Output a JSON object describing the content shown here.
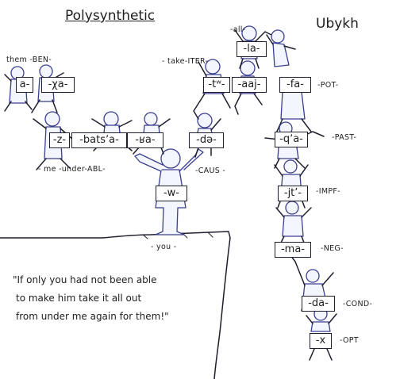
{
  "titles": {
    "left": "Polysynthetic",
    "right": "Ubykh"
  },
  "morphemes": {
    "a": "a-",
    "xa": "-χa-",
    "z": "-z-",
    "batsa": "-batsʼa-",
    "gha": "-ʁa-",
    "w": "-w-",
    "de": "-də-",
    "tw": "-tʷ-",
    "aaj": "-aaj-",
    "la": "-la-",
    "fa": "-fa-",
    "qa": "-qʼa-",
    "jt": "-jt’-",
    "ma": "-ma-",
    "da": "-da-",
    "x": "-x"
  },
  "glosses": {
    "them_ben": "them -BEN-",
    "me_under_abl": "- me -under-ABL-",
    "caus": "-CAUS -",
    "you": "- you -",
    "take_iter": "- take-ITER-",
    "all": "-all-",
    "pot": "-POT-",
    "past": "-PAST-",
    "impf": "-IMPF-",
    "neg": "-NEG-",
    "cond": "-COND-",
    "opt": "-OPT"
  },
  "quote": {
    "line1": "\"If only you had not been able",
    "line2": "to make him take it all out",
    "line3": "from under me again for them!\""
  }
}
